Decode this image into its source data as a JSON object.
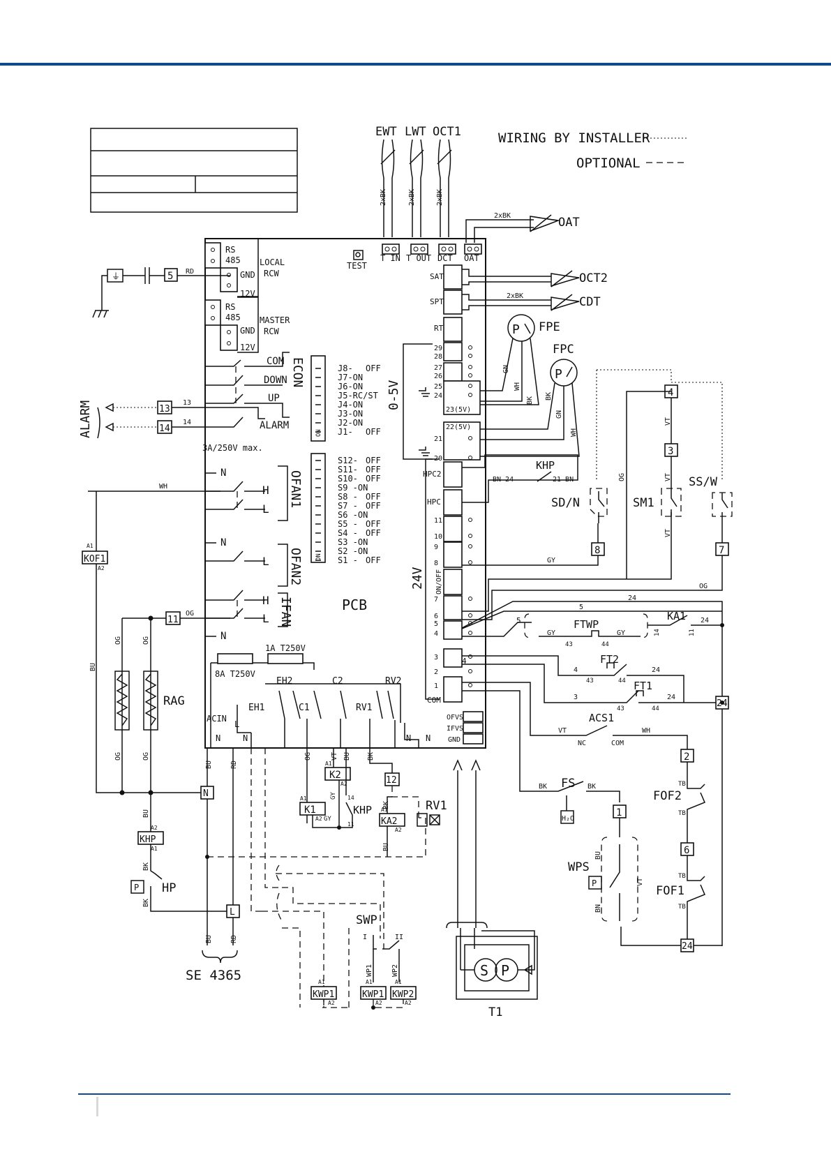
{
  "colors": {
    "accent": "#0d4a8c",
    "ink": "#111111"
  },
  "legend": {
    "wiring_by_installer": "WIRING BY INSTALLER",
    "optional": "OPTIONAL"
  },
  "sensors": {
    "ewt": "EWT",
    "lwt": "LWT",
    "oct1": "OCT1",
    "oat": "OAT",
    "oct2": "OCT2",
    "cdt": "CDT",
    "wire_2bk": "2xBK"
  },
  "pcb_terminals_top": {
    "t_in": "T IN",
    "t_out": "T OUT",
    "dct": "DCT",
    "oat": "OAT"
  },
  "pcb": {
    "label": "PCB",
    "test": "TEST",
    "rs485": "RS\n485",
    "gnd": "GND",
    "v12": "12V",
    "local_rcw": "LOCAL\nRCW",
    "master_rcw": "MASTER\nRCW",
    "econ": "ECON",
    "econ_com": "COM",
    "econ_down": "DOWN",
    "econ_up": "UP",
    "alarm": "ALARM",
    "alarm_rating": "3A/250V  max.",
    "ofan1": "OFAN1",
    "ofan2": "OFAN2",
    "ifan": "IFAN",
    "h": "H",
    "l": "L",
    "n": "N",
    "v0_5": "0-5V",
    "v24": "24V",
    "fuse1": "8A T250V",
    "fuse2": "1A T250V",
    "acin": "ACIN",
    "sat": "SAT",
    "spt": "SPT",
    "rt": "RT",
    "hpc2": "HPC2",
    "hpc": "HPC",
    "on_off": "ON/OFF",
    "com": "COM",
    "ofvs": "OFVS",
    "ifvs": "IFVS",
    "gnd2": "GND",
    "v5a": "23(5V)",
    "v5b": "22(5V)",
    "eh1": "EH1",
    "eh2": "EH2",
    "c1": "C1",
    "c2": "C2",
    "rv1": "RV1",
    "rv2": "RV2",
    "on": "ON"
  },
  "jumpers": [
    {
      "label": "J8-",
      "state": "OFF"
    },
    {
      "label": "J7-ON",
      "state": ""
    },
    {
      "label": "J6-ON",
      "state": ""
    },
    {
      "label": "J5-RC/ST",
      "state": ""
    },
    {
      "label": "J4-ON",
      "state": ""
    },
    {
      "label": "J3-ON",
      "state": ""
    },
    {
      "label": "J2-ON",
      "state": ""
    },
    {
      "label": "J1-",
      "state": "OFF"
    }
  ],
  "switches": [
    {
      "label": "S12-",
      "state": "OFF"
    },
    {
      "label": "S11-",
      "state": "OFF"
    },
    {
      "label": "S10-",
      "state": "OFF"
    },
    {
      "label": "S9 -ON",
      "state": ""
    },
    {
      "label": "S8 -",
      "state": "OFF"
    },
    {
      "label": "S7 -",
      "state": "OFF"
    },
    {
      "label": "S6 -ON",
      "state": ""
    },
    {
      "label": "S5 -",
      "state": "OFF"
    },
    {
      "label": "S4 -",
      "state": "OFF"
    },
    {
      "label": "S3 -ON",
      "state": ""
    },
    {
      "label": "S2 -ON",
      "state": ""
    },
    {
      "label": "S1 -",
      "state": "OFF"
    }
  ],
  "terminals_right": [
    "29",
    "28",
    "27",
    "26",
    "25",
    "24",
    "21",
    "20",
    "11",
    "10",
    "9",
    "8",
    "7",
    "6",
    "5",
    "4",
    "3",
    "2",
    "1"
  ],
  "terminal_nums": {
    "t24": "24",
    "t5": "5",
    "t4": "4",
    "t3": "3",
    "t2": "2",
    "t1": "1",
    "t25": "25",
    "t24b": "24",
    "t21": "21",
    "t20": "20"
  },
  "components": {
    "alarm": "ALARM",
    "fpe": "FPE",
    "fpc": "FPC",
    "p": "P",
    "khp": "KHP",
    "sd_n": "SD/N",
    "sm1": "SM1",
    "ss_w": "SS/W",
    "ftwp": "FTWP",
    "ka1": "KA1",
    "ft2": "FT2",
    "ft1": "FT1",
    "acs1": "ACS1",
    "fs": "FS",
    "fof2": "FOF2",
    "fof1": "FOF1",
    "wps": "WPS",
    "kof1": "KOF1",
    "rag": "RAG",
    "hp": "HP",
    "k1": "K1",
    "k2": "K2",
    "ka2": "KA2",
    "rv1": "RV1",
    "swp": "SWP",
    "kwp1": "KWP1",
    "kwp2": "KWP2",
    "t1": "T1",
    "se": "SE 4365",
    "s": "S",
    "nc": "NC",
    "com": "COM",
    "h2o": "H₂O"
  },
  "term_boxes": {
    "b5": "5",
    "b13": "13",
    "b14": "14",
    "b11": "11",
    "b12": "12",
    "bN": "N",
    "bL": "L",
    "b4": "4",
    "b3": "3",
    "b8": "8",
    "b7": "7",
    "b24a": "24",
    "b2": "2",
    "b6": "6",
    "b24b": "24",
    "b1": "1"
  },
  "wires": {
    "rd": "RD",
    "wh": "WH",
    "og": "OG",
    "bu": "BU",
    "bk": "BK",
    "gn": "GN",
    "gy": "GY",
    "vt": "VT",
    "bn": "BN",
    "n13": "13",
    "n14": "14",
    "n5": "5",
    "n24": "24",
    "n43": "43",
    "n44": "44",
    "n21": "21",
    "n14b": "14",
    "n11": "11",
    "a1": "A1",
    "a2": "A2",
    "tb": "TB",
    "one": "1",
    "two": "2",
    "i": "I",
    "ii": "II",
    "wp1": "WP1",
    "wp2": "WP2",
    "bn24": "BN 24",
    "bn21": "21 BN",
    "n4": "4",
    "n3": "3"
  }
}
